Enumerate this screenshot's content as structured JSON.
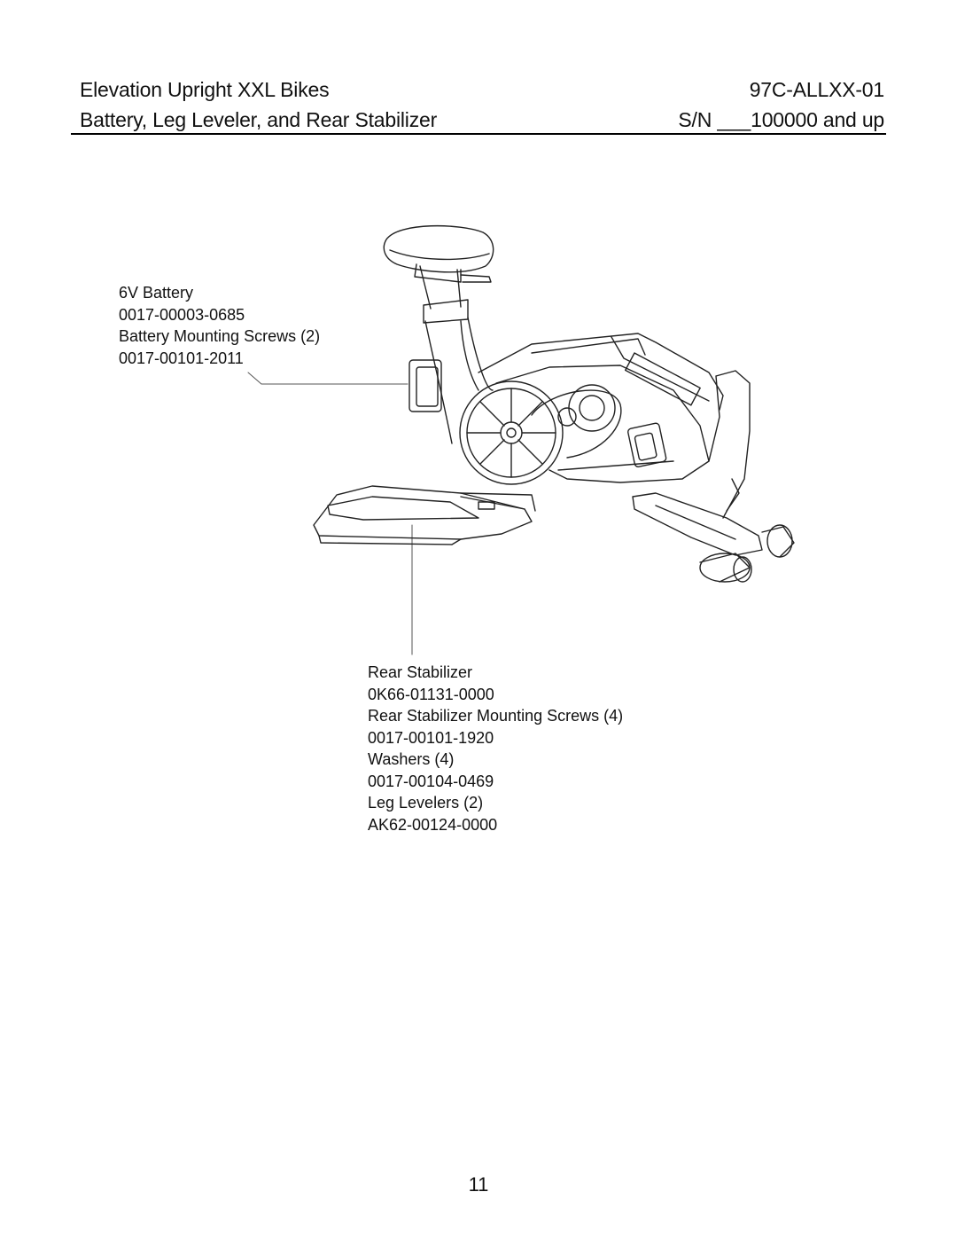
{
  "header": {
    "title": "Elevation Upright XXL Bikes",
    "model_code": "97C-ALLXX-01",
    "section": "Battery, Leg Leveler, and Rear Stabilizer",
    "serial": "S/N ___100000 and up"
  },
  "callouts": {
    "battery": [
      "6V Battery",
      "0017-00003-0685",
      "Battery Mounting Screws (2)",
      "0017-00101-2011"
    ],
    "stabilizer": [
      "Rear Stabilizer",
      "0K66-01131-0000",
      "Rear Stabilizer Mounting Screws (4)",
      "0017-00101-1920",
      "Washers (4)",
      "0017-00104-0469",
      "Leg Levelers (2)",
      "AK62-00124-0000"
    ]
  },
  "page_number": "11"
}
